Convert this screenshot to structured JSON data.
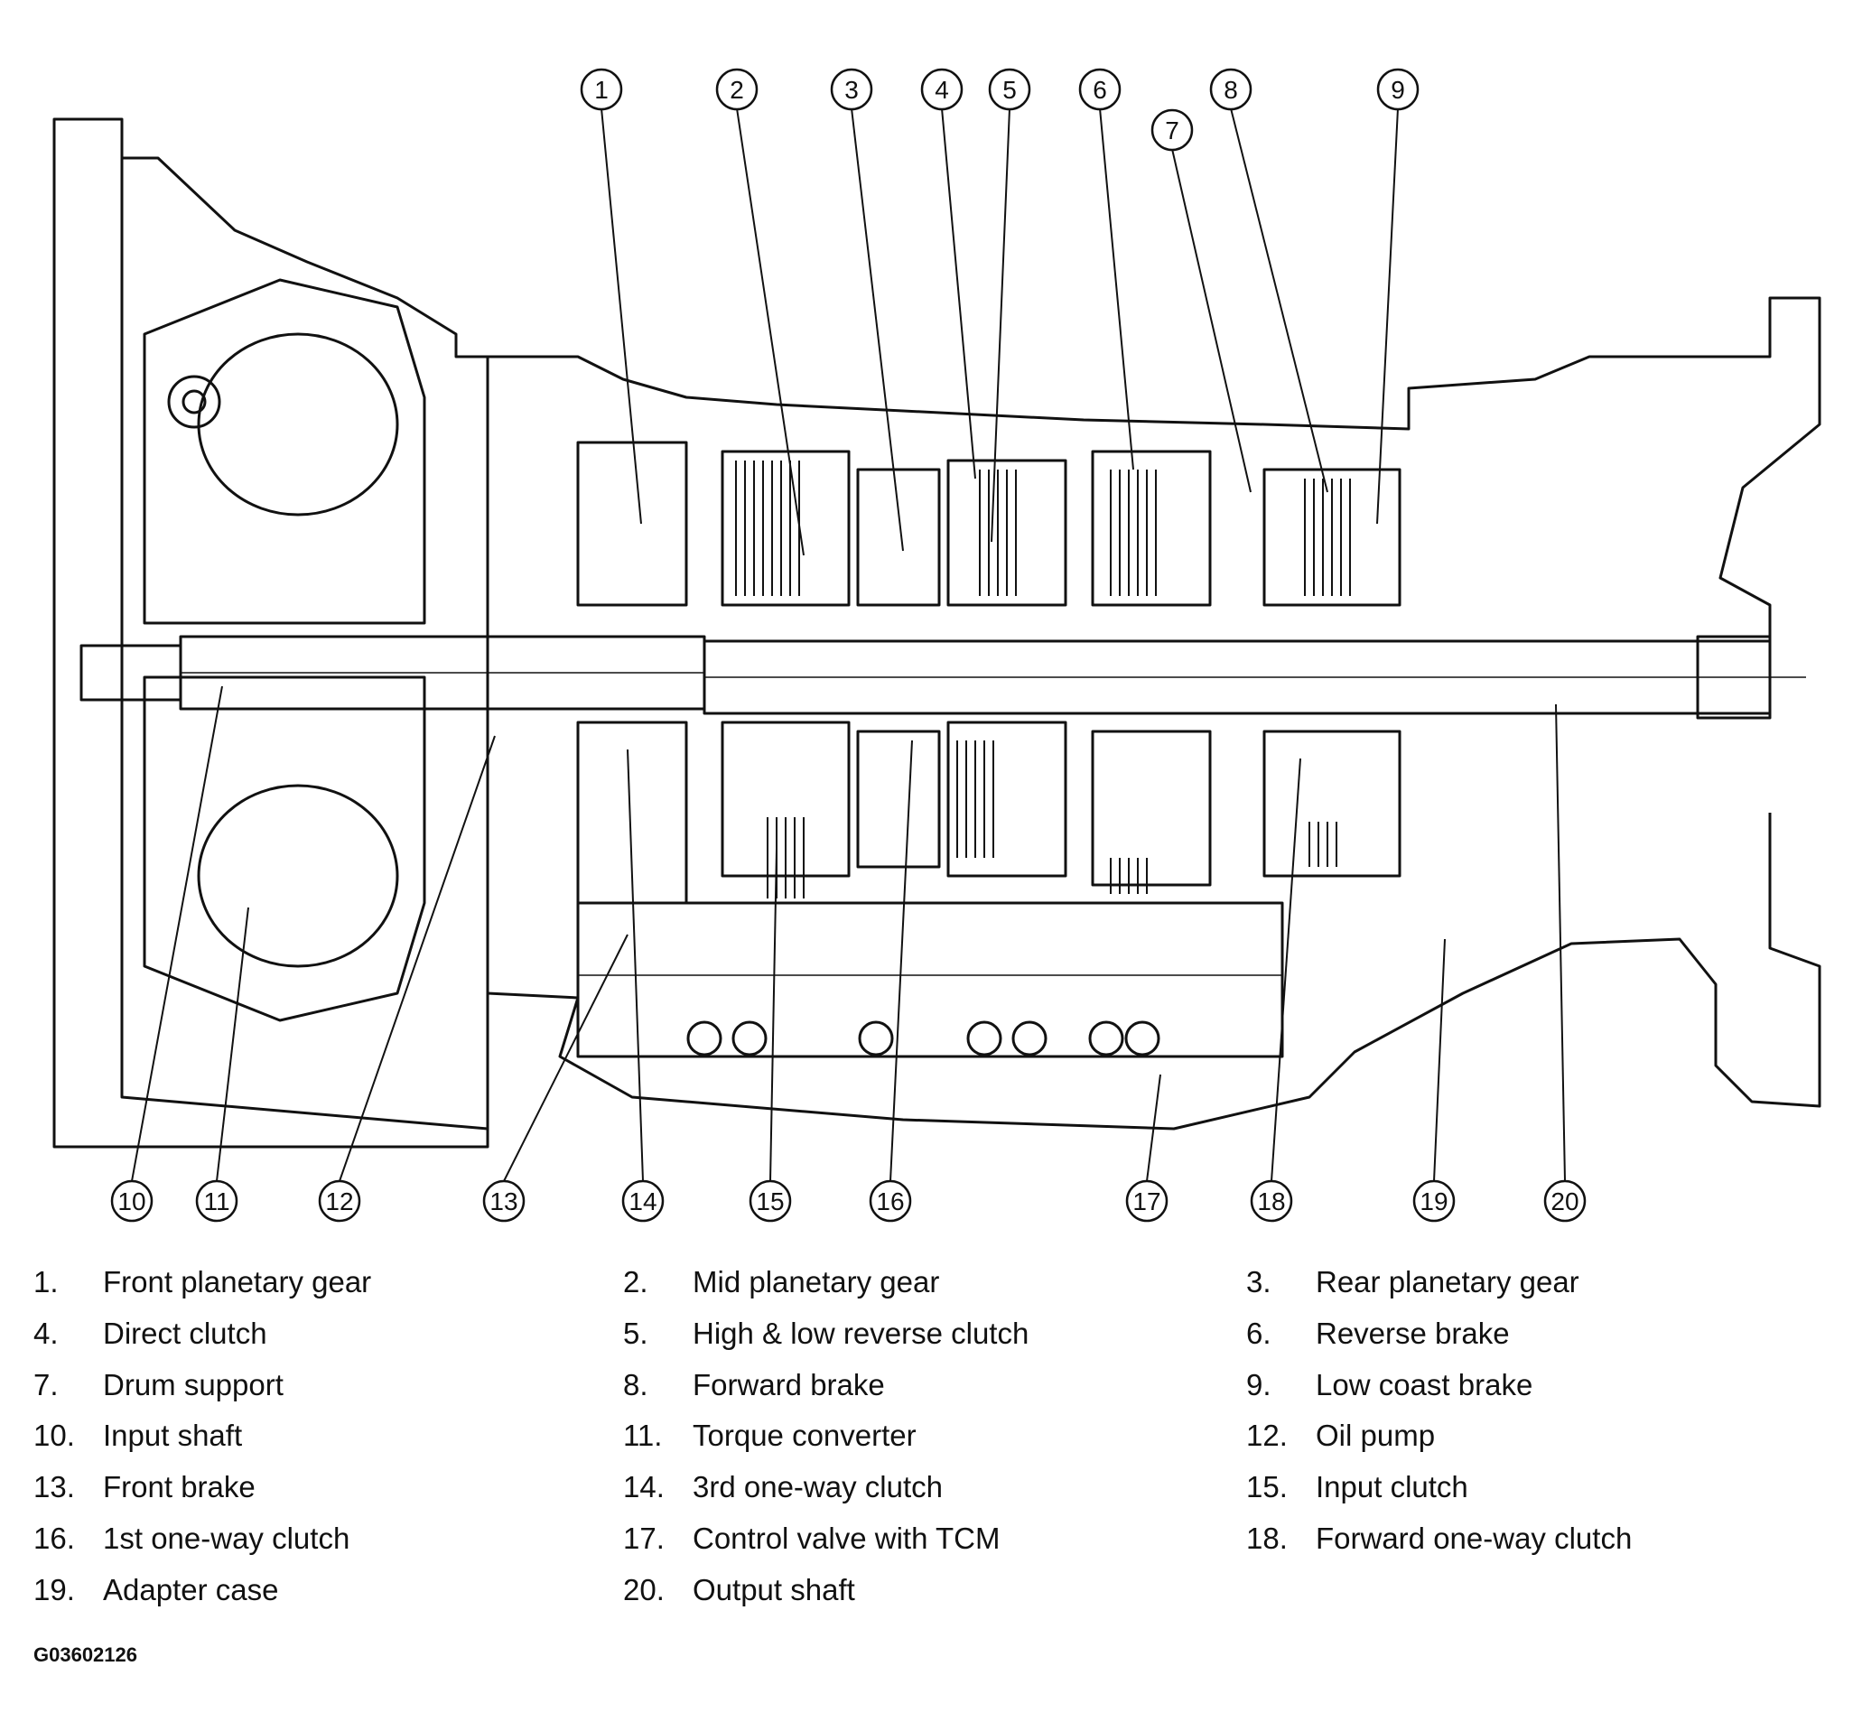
{
  "callouts": [
    {
      "id": "1",
      "text": "1"
    },
    {
      "id": "2",
      "text": "2"
    },
    {
      "id": "3",
      "text": "3"
    },
    {
      "id": "4",
      "text": "4"
    },
    {
      "id": "5",
      "text": "5"
    },
    {
      "id": "6",
      "text": "6"
    },
    {
      "id": "7",
      "text": "7"
    },
    {
      "id": "8",
      "text": "8"
    },
    {
      "id": "9",
      "text": "9"
    },
    {
      "id": "10",
      "text": "10"
    },
    {
      "id": "11",
      "text": "11"
    },
    {
      "id": "12",
      "text": "12"
    },
    {
      "id": "13",
      "text": "13"
    },
    {
      "id": "14",
      "text": "14"
    },
    {
      "id": "15",
      "text": "15"
    },
    {
      "id": "16",
      "text": "16"
    },
    {
      "id": "17",
      "text": "17"
    },
    {
      "id": "18",
      "text": "18"
    },
    {
      "id": "19",
      "text": "19"
    },
    {
      "id": "20",
      "text": "20"
    }
  ],
  "legend": [
    {
      "num": "1.",
      "label": "Front planetary gear"
    },
    {
      "num": "2.",
      "label": "Mid planetary gear"
    },
    {
      "num": "3.",
      "label": "Rear planetary gear"
    },
    {
      "num": "4.",
      "label": "Direct clutch"
    },
    {
      "num": "5.",
      "label": "High & low reverse clutch"
    },
    {
      "num": "6.",
      "label": "Reverse brake"
    },
    {
      "num": "7.",
      "label": "Drum support"
    },
    {
      "num": "8.",
      "label": "Forward brake"
    },
    {
      "num": "9.",
      "label": "Low coast brake"
    },
    {
      "num": "10.",
      "label": "Input shaft"
    },
    {
      "num": "11.",
      "label": "Torque converter"
    },
    {
      "num": "12.",
      "label": "Oil pump"
    },
    {
      "num": "13.",
      "label": "Front brake"
    },
    {
      "num": "14.",
      "label": "3rd one-way clutch"
    },
    {
      "num": "15.",
      "label": "Input clutch"
    },
    {
      "num": "16.",
      "label": "1st one-way clutch"
    },
    {
      "num": "17.",
      "label": "Control valve with TCM"
    },
    {
      "num": "18.",
      "label": "Forward one-way clutch"
    },
    {
      "num": "19.",
      "label": "Adapter case"
    },
    {
      "num": "20.",
      "label": "Output shaft"
    }
  ],
  "figure_id": "G03602126"
}
